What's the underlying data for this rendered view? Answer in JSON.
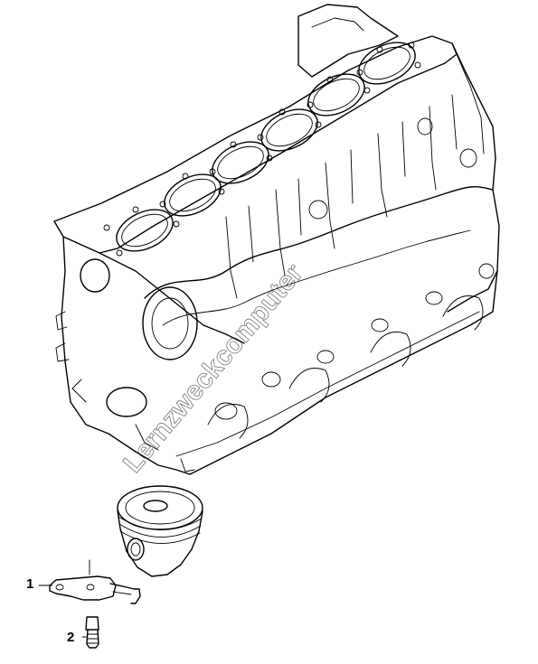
{
  "parts": [
    {
      "callout": "1",
      "part": "bracket"
    },
    {
      "callout": "2",
      "part": "bolt"
    }
  ],
  "watermark": {
    "text": "Lernzweckcomputer",
    "kind": "watermark"
  },
  "icons": [
    "engine-block-drawing",
    "piston-drawing",
    "bracket-drawing",
    "bolt-drawing"
  ]
}
